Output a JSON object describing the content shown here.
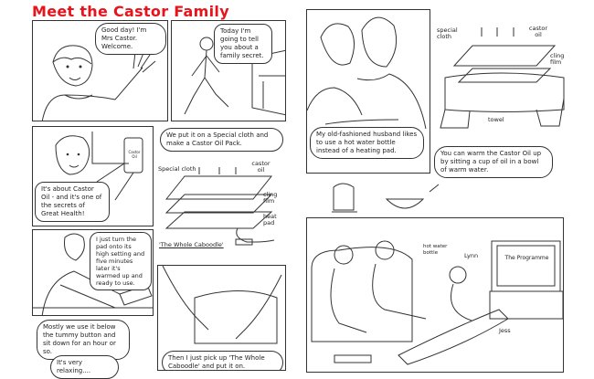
{
  "title": "Meet the Castor Family",
  "panels": {
    "greeting": {
      "speech": "Good day! I'm Mrs Castor. Welcome."
    },
    "secret": {
      "speech": "Today I'm going to tell you about a family secret."
    },
    "castor_oil": {
      "speech": "It's about Castor Oil - and it's one of the secrets of Great Health!",
      "bottle_label": "Castor Oil"
    },
    "pack_diagram": {
      "speech": "We put it on a Special cloth and make a Castor Oil Pack.",
      "labels": {
        "special_cloth": "Special cloth",
        "castor_oil": "castor oil",
        "cling_film": "cling film",
        "heat_pad": "heat pad"
      },
      "caption": "'The Whole Caboodle'"
    },
    "heat_pad": {
      "speech": "I just turn the pad onto its high setting and five minutes later it's warmed up and ready to use."
    },
    "usage": {
      "speech1": "Mostly we use it below the tummy button and sit down for an hour or so.",
      "speech2": "It's very relaxing...."
    },
    "put_on": {
      "speech": "Then I just pick up 'The Whole Caboodle' and put it on."
    },
    "husband": {
      "speech": "My old-fashioned husband likes to use a hot water bottle instead of a heating pad."
    },
    "towel_diagram": {
      "labels": {
        "special_cloth": "special cloth",
        "castor_oil": "castor oil",
        "cling_film": "cling film",
        "towel": "towel"
      }
    },
    "warming": {
      "speech": "You can warm the Castor Oil up by sitting a cup of oil in a bowl of warm water."
    },
    "family_tv": {
      "labels": {
        "hot_water_bottle": "hot water bottle",
        "lynn": "Lynn",
        "jess": "Jess"
      },
      "tv_text": "The Programme"
    }
  },
  "colors": {
    "title": "#e8141b",
    "ink": "#333333"
  }
}
